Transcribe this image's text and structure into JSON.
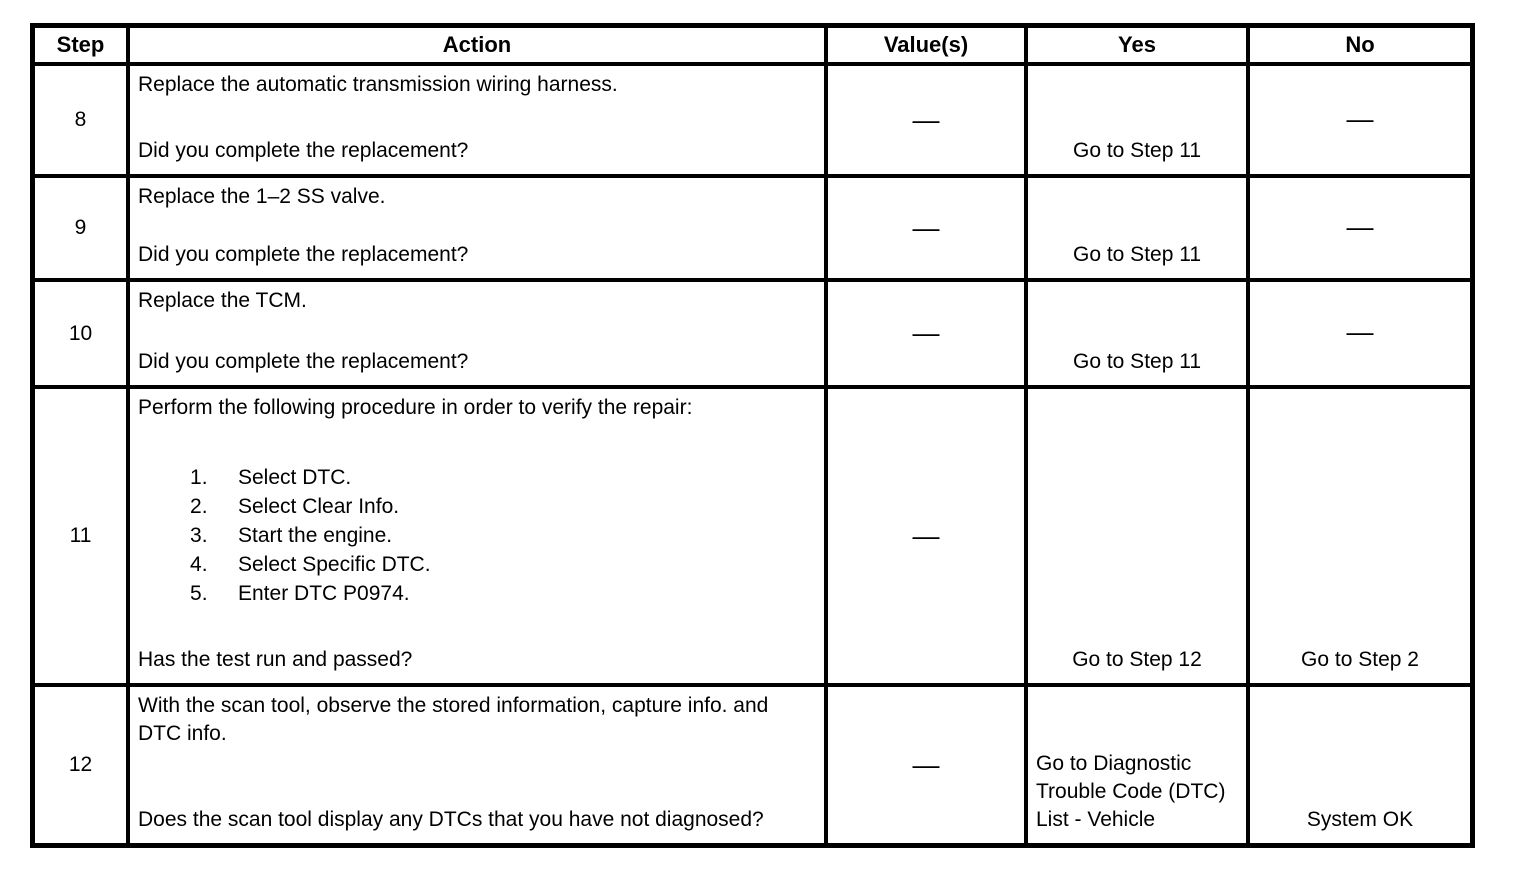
{
  "table": {
    "dash": "—",
    "columns": [
      "Step",
      "Action",
      "Value(s)",
      "Yes",
      "No"
    ],
    "rows": [
      {
        "step": "8",
        "action": "Replace the automatic transmission wiring harness.",
        "list": [],
        "question": "Did you complete the replacement?",
        "value": "—",
        "yes": "Go to Step 11",
        "no": "—"
      },
      {
        "step": "9",
        "action": "Replace the 1–2 SS valve.",
        "list": [],
        "question": "Did you complete the replacement?",
        "value": "—",
        "yes": "Go to Step 11",
        "no": "—"
      },
      {
        "step": "10",
        "action": "Replace the TCM.",
        "list": [],
        "question": "Did you complete the replacement?",
        "value": "—",
        "yes": "Go to Step 11",
        "no": "—"
      },
      {
        "step": "11",
        "action": "Perform the following procedure in order to verify the repair:",
        "list": [
          "Select DTC.",
          "Select Clear Info.",
          "Start the engine.",
          "Select Specific DTC.",
          "Enter DTC P0974."
        ],
        "question": "Has the test run and passed?",
        "value": "—",
        "yes": "Go to Step 12",
        "no": "Go to Step 2"
      },
      {
        "step": "12",
        "action": "With the scan tool, observe the stored information, capture info. and DTC info.",
        "list": [],
        "question": "Does the scan tool display any DTCs that you have not diagnosed?",
        "value": "—",
        "yes": "Go to Diagnostic Trouble Code (DTC) List - Vehicle",
        "no": "System OK"
      }
    ]
  },
  "colors": {
    "background": "#ffffff",
    "text": "#000000",
    "border": "#000000"
  }
}
